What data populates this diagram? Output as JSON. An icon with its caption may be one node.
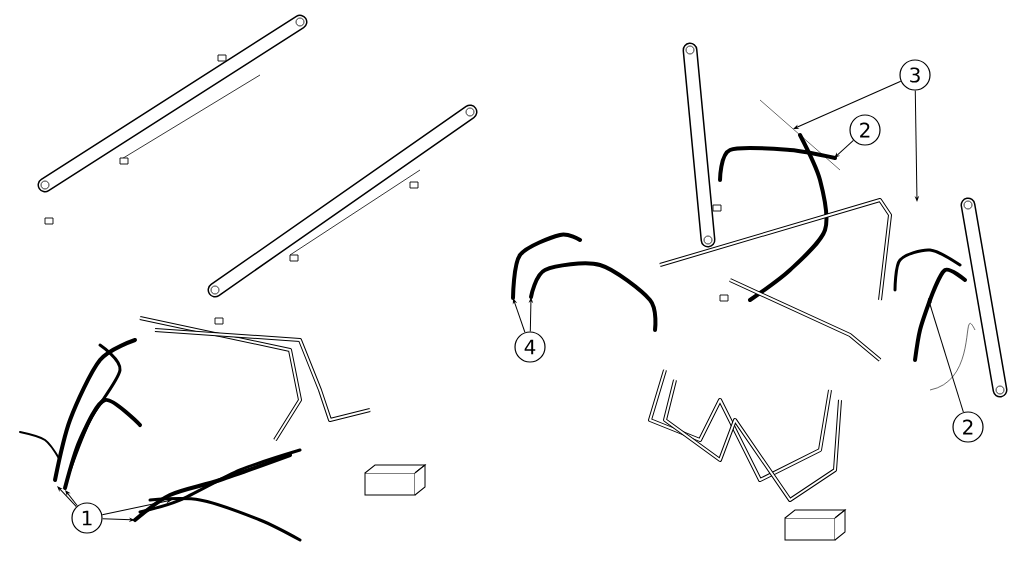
{
  "diagram": {
    "nodes": [
      {
        "text": [
          "3"
        ]
      },
      {
        "text": [
          "2"
        ]
      },
      {
        "text": [
          "4"
        ]
      },
      {
        "text": [
          "2"
        ]
      },
      {
        "text": [
          "1"
        ]
      }
    ],
    "edges": [
      {
        "from": 0,
        "to": null,
        "arrow": "to"
      },
      {
        "from": 0,
        "to": null,
        "arrow": "to"
      },
      {
        "from": 1,
        "to": null,
        "arrow": "to"
      },
      {
        "from": 2,
        "to": null,
        "arrow": "to"
      },
      {
        "from": 2,
        "to": null,
        "arrow": "to"
      },
      {
        "from": 3,
        "to": null,
        "arrow": "to"
      },
      {
        "from": 4,
        "to": null,
        "arrow": "to"
      },
      {
        "from": 4,
        "to": null,
        "arrow": "to"
      },
      {
        "from": 4,
        "to": null,
        "arrow": "to"
      },
      {
        "from": 4,
        "to": null,
        "arrow": "to"
      }
    ]
  }
}
